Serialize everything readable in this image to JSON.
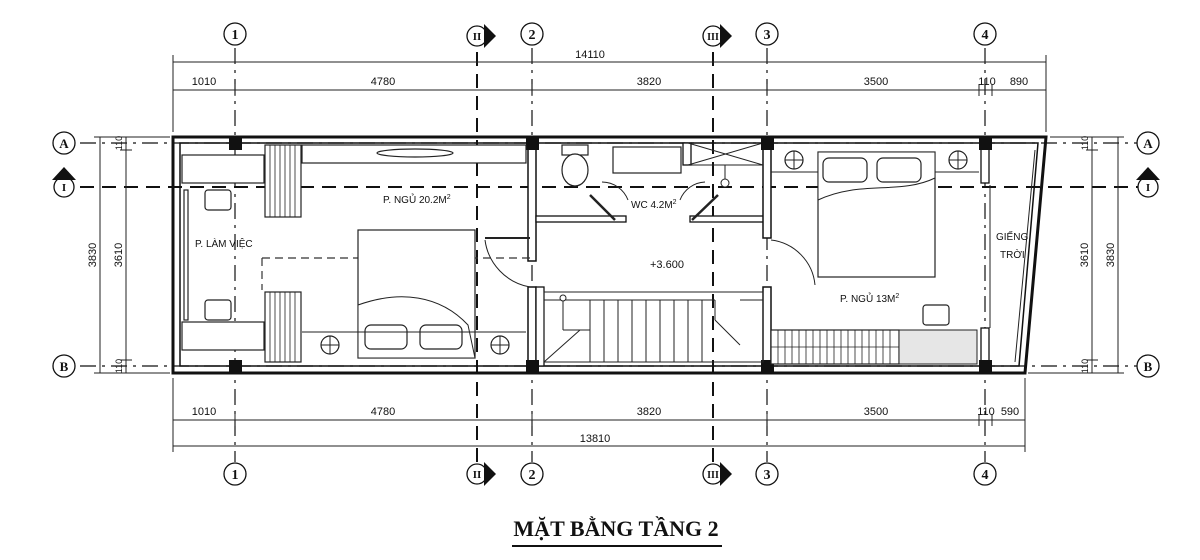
{
  "title": "MẶT BẰNG TẦNG 2",
  "axes": {
    "numbered": [
      "1",
      "2",
      "3",
      "4"
    ],
    "lettered": [
      "A",
      "B"
    ]
  },
  "sections": {
    "I": "I",
    "II": "II",
    "III": "III"
  },
  "dimensions": {
    "top_total": "14110",
    "top_segments": [
      "1010",
      "4780",
      "3820",
      "3500",
      "110",
      "890"
    ],
    "bottom_total": "13810",
    "bottom_segments": [
      "1010",
      "4780",
      "3820",
      "3500",
      "110",
      "590"
    ],
    "left_outer": "3830",
    "left_inner": "3610",
    "right_outer": "3830",
    "right_inner": "3610",
    "wall_small": "110"
  },
  "rooms": {
    "bedroom1": "P. NGỦ 20.2M",
    "bedroom1_sup": "2",
    "office": "P. LÀM VIỆC",
    "wc": "WC 4.2M",
    "wc_sup": "2",
    "level": "+3.600",
    "bedroom2": "P. NGỦ 13M",
    "bedroom2_sup": "2",
    "skylight_line1": "GIẾNG",
    "skylight_line2": "TRỜI"
  }
}
